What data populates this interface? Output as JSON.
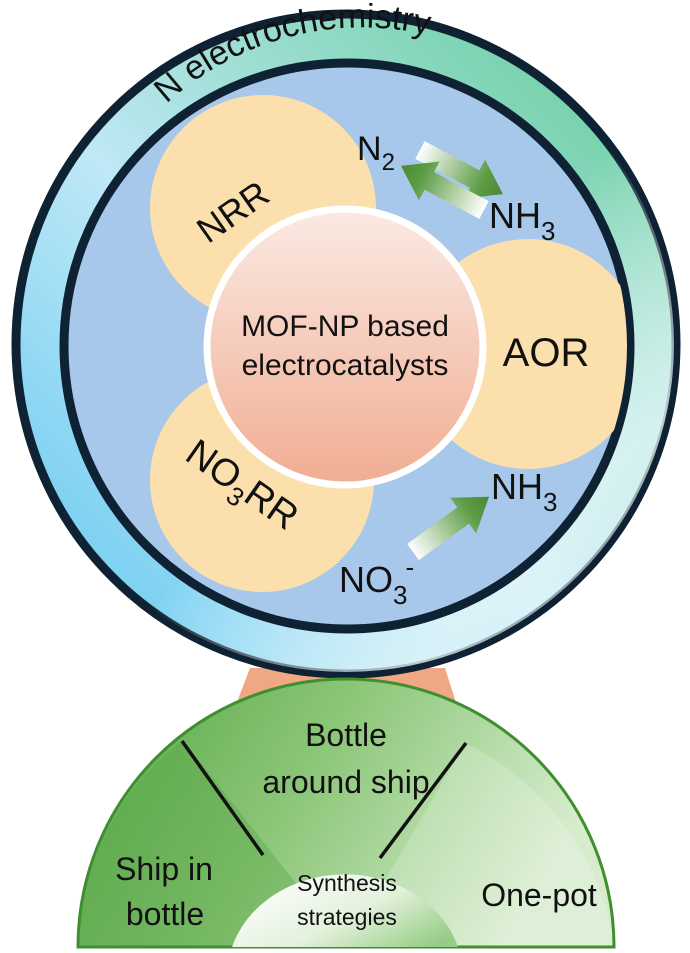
{
  "ring": {
    "title": "N electrochemistry"
  },
  "reactions": [
    {
      "id": "nrr",
      "label_main": "NRR",
      "label_sub": "",
      "label_tail": ""
    },
    {
      "id": "aor",
      "label_main": "AOR",
      "label_sub": "",
      "label_tail": ""
    },
    {
      "id": "no3rr",
      "label_main": "NO",
      "label_sub": "3",
      "label_tail": "RR"
    }
  ],
  "center": {
    "line1": "MOF-NP based",
    "line2": "electrocatalysts"
  },
  "species": {
    "n2": {
      "base": "N",
      "sub": "2",
      "sup": ""
    },
    "nh3_top": {
      "base": "NH",
      "sub": "3",
      "sup": ""
    },
    "nh3_bottom": {
      "base": "NH",
      "sub": "3",
      "sup": ""
    },
    "no3": {
      "base": "NO",
      "sub": "3",
      "sup": "-"
    }
  },
  "base": {
    "center_label_line1": "Synthesis",
    "center_label_line2": "strategies",
    "sectors": [
      {
        "id": "ship-in-bottle",
        "line1": "Ship in",
        "line2": "bottle"
      },
      {
        "id": "bottle-around-ship",
        "line1": "Bottle",
        "line2": "around ship"
      },
      {
        "id": "one-pot",
        "line1": "One-pot",
        "line2": ""
      }
    ]
  },
  "colors": {
    "outline": "#0e2233",
    "ring_blue": "#6fcdf2",
    "ring_green": "#6fd1a0",
    "inner_blue": "#a7c8ea",
    "reaction_fill": "#fbe0ad",
    "center_top": "#fbe6df",
    "center_bottom": "#f2b59b",
    "stand": "#f0a784",
    "base_dark": "#5aa84a",
    "base_light": "#cde8c3",
    "arrow_green": "#4f913a"
  }
}
